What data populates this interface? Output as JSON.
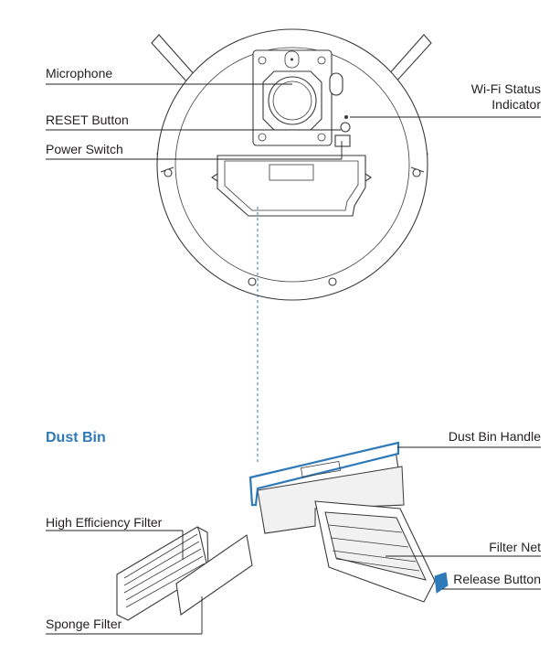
{
  "colors": {
    "accent": "#2e79b9",
    "line": "#3a3a3a",
    "text": "#231f20"
  },
  "robot_labels": {
    "microphone": "Microphone",
    "reset_button": "RESET Button",
    "power_switch": "Power Switch",
    "wifi_indicator_line1": "Wi-Fi Status",
    "wifi_indicator_line2": "Indicator"
  },
  "dust_bin": {
    "heading": "Dust Bin",
    "handle": "Dust Bin Handle",
    "high_efficiency_filter": "High Efficiency Filter",
    "filter_net": "Filter Net",
    "release_button": "Release Button",
    "sponge_filter": "Sponge Filter"
  }
}
